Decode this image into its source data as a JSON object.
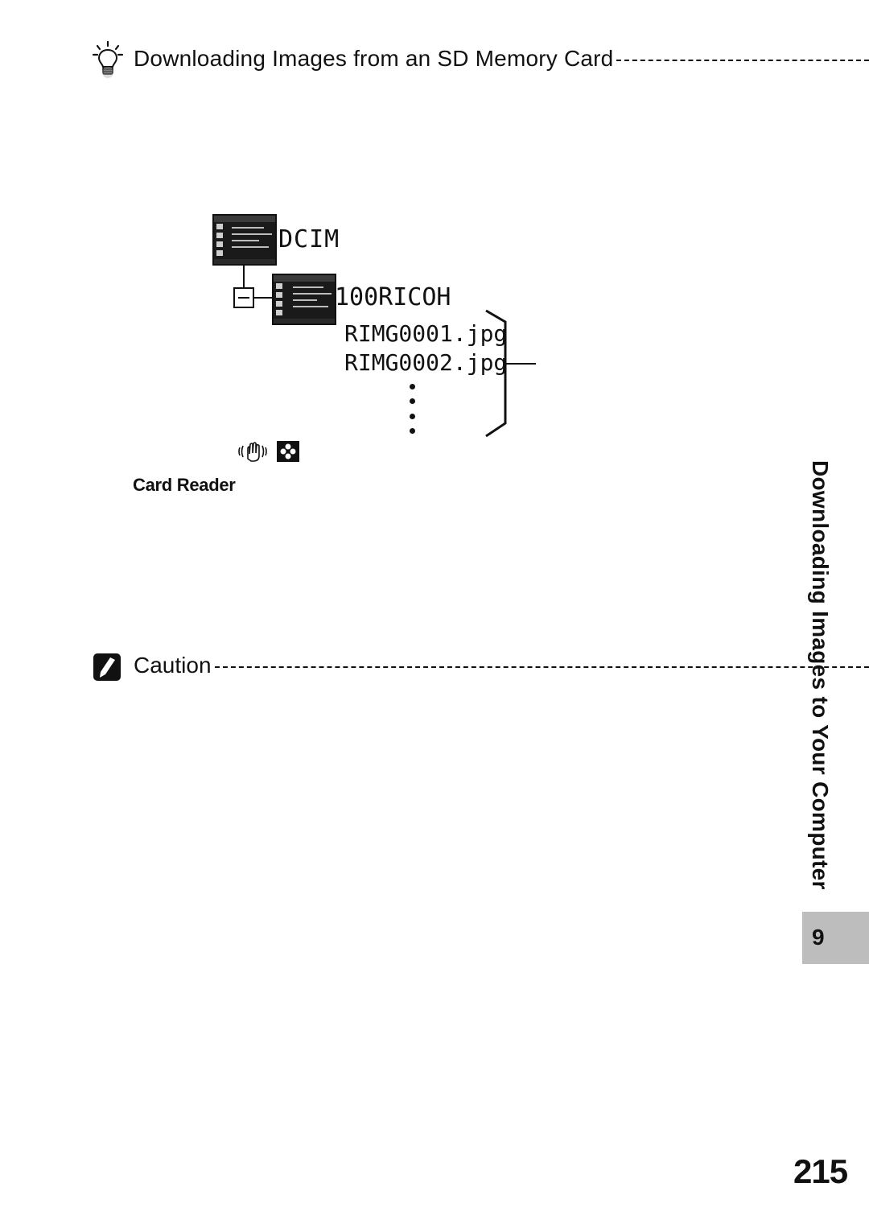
{
  "note": {
    "icon": "lightbulb-icon",
    "heading": "Downloading Images from an SD Memory Card"
  },
  "folder_tree": {
    "root_folder": "DCIM",
    "subfolder": "100RICOH",
    "files": [
      "RIMG0001.jpg",
      "RIMG0002.jpg"
    ],
    "continuation": "⋮",
    "icons": [
      "camera-shake-icon",
      "macro-flower-icon"
    ],
    "device_label": "Card Reader"
  },
  "caution": {
    "icon": "caution-pencil-icon",
    "heading": "Caution"
  },
  "side": {
    "chapter_title": "Downloading Images to Your Computer",
    "chapter_number": "9"
  },
  "page_number": "215"
}
